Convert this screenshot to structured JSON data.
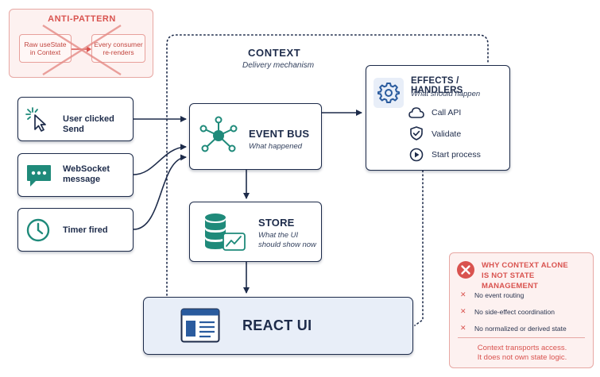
{
  "anti_pattern": {
    "title": "ANTI-PATTERN",
    "left_box": [
      "Raw useState",
      "in Context"
    ],
    "right_box": [
      "Every consumer",
      "re-renders"
    ]
  },
  "context": {
    "title": "CONTEXT",
    "subtitle": "Delivery mechanism"
  },
  "sources": [
    {
      "label": "User clicked Send",
      "icon": "cursor-click-icon"
    },
    {
      "label_lines": [
        "WebSocket",
        "message"
      ],
      "icon": "chat-bubble-icon"
    },
    {
      "label": "Timer fired",
      "icon": "clock-icon"
    }
  ],
  "event_bus": {
    "title": "EVENT BUS",
    "subtitle": "What happened",
    "icon": "hub-network-icon"
  },
  "store": {
    "title": "STORE",
    "subtitle_lines": [
      "What the UI",
      "should show now"
    ],
    "icon": "database-chart-icon"
  },
  "effects": {
    "title": "EFFECTS / HANDLERS",
    "subtitle": "What should happen",
    "icon": "gear-icon",
    "items": [
      {
        "label": "Call API",
        "icon": "cloud-icon"
      },
      {
        "label": "Validate",
        "icon": "shield-check-icon"
      },
      {
        "label": "Start process",
        "icon": "play-circle-icon"
      }
    ]
  },
  "react_ui": {
    "label": "REACT UI",
    "icon": "browser-window-icon"
  },
  "why_box": {
    "title_lines": [
      "WHY CONTEXT ALONE",
      "IS NOT STATE MANAGEMENT"
    ],
    "items": [
      "No event routing",
      "No side-effect coordination",
      "No normalized or derived state"
    ],
    "footer_lines": [
      "Context transports access.",
      "It does not own state logic."
    ]
  },
  "colors": {
    "navy": "#1d2b4a",
    "teal": "#1f8a7a",
    "danger": "#d9534f",
    "danger_bg": "#fdf1f0",
    "react_bg": "#e8eef8",
    "effects_icon_bg": "#e8eef8"
  }
}
